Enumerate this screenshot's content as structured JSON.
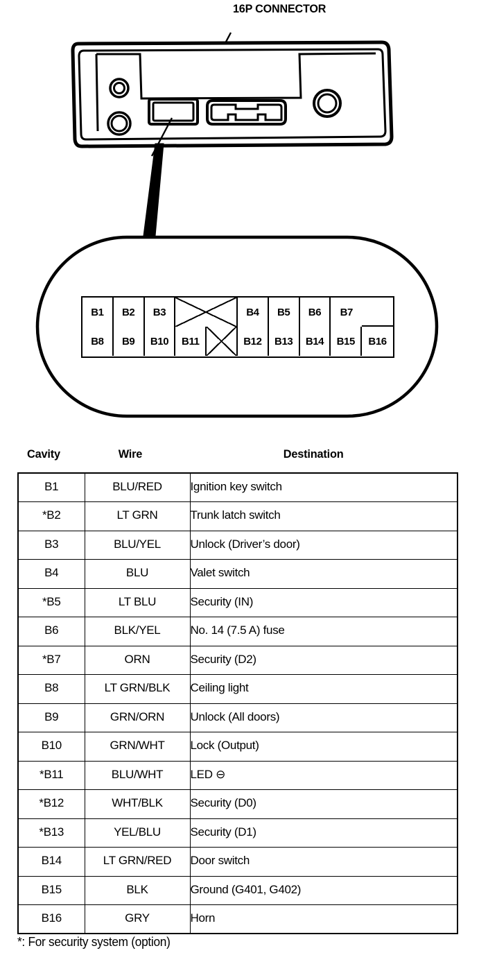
{
  "diagram": {
    "title": "16P CONNECTOR",
    "connector_label_icon": "connector-leader-line",
    "pin_map": {
      "top_row": [
        "B1",
        "B2",
        "B3",
        "",
        "B4",
        "B5",
        "B6",
        "B7"
      ],
      "bottom_row": [
        "B8",
        "B9",
        "B10",
        "B11",
        "",
        "B12",
        "B13",
        "B14",
        "B15",
        "B16"
      ],
      "blank_cell_marker": "X"
    }
  },
  "table": {
    "headers": {
      "cavity": "Cavity",
      "wire": "Wire",
      "destination": "Destination"
    },
    "rows": [
      {
        "cavity": "B1",
        "wire": "BLU/RED",
        "destination": "Ignition key switch"
      },
      {
        "cavity": "*B2",
        "wire": "LT GRN",
        "destination": "Trunk latch switch"
      },
      {
        "cavity": "B3",
        "wire": "BLU/YEL",
        "destination": "Unlock (Driver’s door)"
      },
      {
        "cavity": "B4",
        "wire": "BLU",
        "destination": "Valet switch"
      },
      {
        "cavity": "*B5",
        "wire": "LT BLU",
        "destination": "Security (IN)"
      },
      {
        "cavity": "B6",
        "wire": "BLK/YEL",
        "destination": "No. 14 (7.5 A) fuse"
      },
      {
        "cavity": "*B7",
        "wire": "ORN",
        "destination": "Security (D2)"
      },
      {
        "cavity": "B8",
        "wire": "LT GRN/BLK",
        "destination": "Ceiling light"
      },
      {
        "cavity": "B9",
        "wire": "GRN/ORN",
        "destination": "Unlock (All doors)"
      },
      {
        "cavity": "B10",
        "wire": "GRN/WHT",
        "destination": "Lock (Output)"
      },
      {
        "cavity": "*B11",
        "wire": "BLU/WHT",
        "destination": "LED ⊖"
      },
      {
        "cavity": "*B12",
        "wire": "WHT/BLK",
        "destination": "Security (D0)"
      },
      {
        "cavity": "*B13",
        "wire": "YEL/BLU",
        "destination": "Security (D1)"
      },
      {
        "cavity": "B14",
        "wire": "LT GRN/RED",
        "destination": "Door switch"
      },
      {
        "cavity": "B15",
        "wire": "BLK",
        "destination": "Ground (G401, G402)"
      },
      {
        "cavity": "B16",
        "wire": "GRY",
        "destination": "Horn"
      }
    ],
    "footnote": "*: For security system (option)"
  },
  "colors": {
    "ink": "#000000",
    "paper": "#ffffff"
  }
}
